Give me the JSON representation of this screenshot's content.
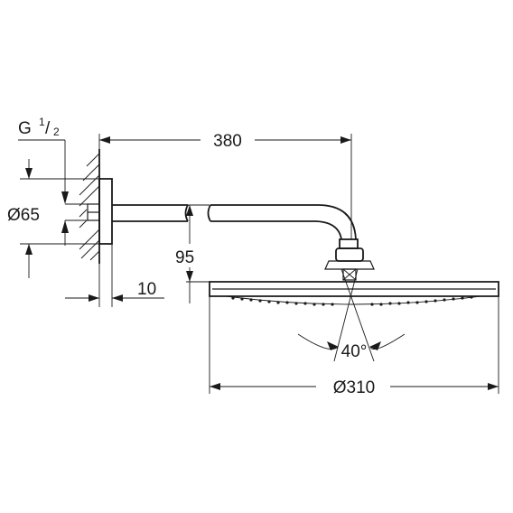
{
  "dimensions": {
    "arm_length": "380",
    "flange_diameter": "Ø65",
    "thread_prefix": "G",
    "thread_num": "1",
    "thread_slash": "/",
    "thread_den": "2",
    "drop_height": "95",
    "wall_offset": "10",
    "spray_angle": "40°",
    "head_diameter": "Ø310"
  }
}
